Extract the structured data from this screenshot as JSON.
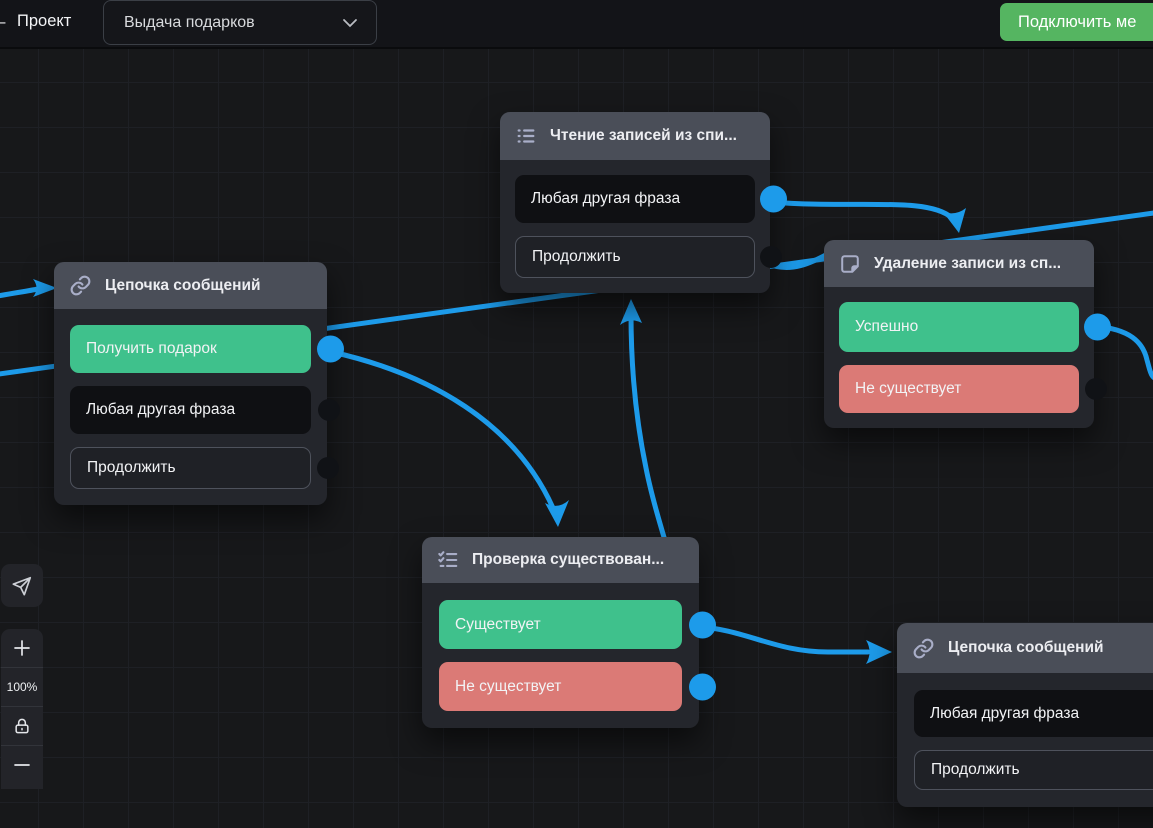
{
  "topbar": {
    "dash": "–",
    "project_label": "Проект",
    "flow_selector_value": "Выдача подарков",
    "connect_button": "Подключить ме"
  },
  "toolbar": {
    "zoom_level": "100%",
    "icons": [
      "navigation-arrow-icon",
      "plus-icon",
      "lock-icon",
      "minus-icon"
    ]
  },
  "colors": {
    "edge_blue": "#1d9bea",
    "item_green": "#3fc18c",
    "item_red": "#db7a76",
    "button_green": "#55b561",
    "node_header": "#4a4e58",
    "node_body": "#24262c",
    "canvas_bg": "#17181a"
  },
  "nodes": [
    {
      "icon": "bullet-list-icon",
      "title": "Чтение записей из спи...",
      "items": [
        {
          "label": "Любая другая фраза",
          "variant": "dark",
          "port": "blue"
        },
        {
          "label": "Продолжить",
          "variant": "outline",
          "port": "dark"
        }
      ]
    },
    {
      "icon": "chain-link-icon",
      "title": "Цепочка сообщений",
      "items": [
        {
          "label": "Получить подарок",
          "variant": "green",
          "port": "blue"
        },
        {
          "label": "Любая другая фраза",
          "variant": "dark",
          "port": "dark"
        },
        {
          "label": "Продолжить",
          "variant": "outline",
          "port": "dark"
        }
      ]
    },
    {
      "icon": "note-icon",
      "title": "Удаление записи из сп...",
      "items": [
        {
          "label": "Успешно",
          "variant": "green",
          "port": "blue"
        },
        {
          "label": "Не существует",
          "variant": "red",
          "port": "dark"
        }
      ]
    },
    {
      "icon": "checklist-icon",
      "title": "Проверка существован...",
      "items": [
        {
          "label": "Существует",
          "variant": "green",
          "port": "blue"
        },
        {
          "label": "Не существует",
          "variant": "red",
          "port": "blue"
        }
      ]
    },
    {
      "icon": "chain-link-icon",
      "title": "Цепочка сообщений",
      "items": [
        {
          "label": "Любая другая фраза",
          "variant": "dark",
          "port": "none"
        },
        {
          "label": "Продолжить",
          "variant": "outline",
          "port": "none"
        }
      ]
    }
  ],
  "connections": [
    {
      "from": "off-canvas-left",
      "to": "Цепочка сообщений (заголовок, стрелка)"
    },
    {
      "from": "off-canvas-left",
      "to": "off-canvas-right",
      "note": "прямая линия проходит за узлами"
    },
    {
      "from": "Цепочка сообщений / Получить подарок",
      "to": "Проверка существован... (верх, стрелка вниз)"
    },
    {
      "from": "Чтение записей / Любая другая фраза",
      "to": "Удаление записи (верх, стрелка вниз)"
    },
    {
      "from": "Чтение записей / Продолжить",
      "to": "Удаление записи (левый край)"
    },
    {
      "from": "Проверка существован... / Существует",
      "to": "Цепочка сообщений нижняя (заголовок, стрелка вправо)"
    },
    {
      "from": "Проверка существован... / Не существует",
      "to": "Чтение записей (низ, стрелка вверх)"
    },
    {
      "from": "Удаление записи / Успешно",
      "to": "off-canvas-right"
    }
  ]
}
